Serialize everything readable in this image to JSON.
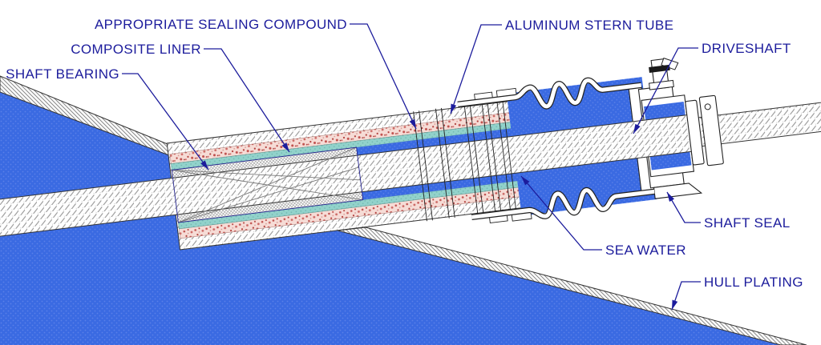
{
  "diagram": {
    "labels": {
      "sealing_compound": "APPROPRIATE SEALING COMPOUND",
      "composite_liner": "COMPOSITE LINER",
      "shaft_bearing": "SHAFT BEARING",
      "aluminum_stern_tube": "ALUMINUM STERN TUBE",
      "driveshaft": "DRIVESHAFT",
      "shaft_seal": "SHAFT SEAL",
      "sea_water": "SEA WATER",
      "hull_plating": "HULL PLATING"
    },
    "colors": {
      "label_text": "#1c1c9c",
      "leader_line": "#1c1c9c",
      "sea_water_blue": "#3a6ae2",
      "sea_water_dot": "#5a80e8",
      "liner_teal": "#92d2cb",
      "liner_teal_dot": "#6cb4ad",
      "compound_base": "#f6dcd6",
      "compound_speckle": "#c0504d",
      "metal_hatch_line": "#8f8f8f",
      "hull_hatch_line": "#7d7d7d",
      "bearing_check": "#b3b3b3",
      "outline": "#333333",
      "bearing_outline_navy": "#23238f"
    }
  }
}
